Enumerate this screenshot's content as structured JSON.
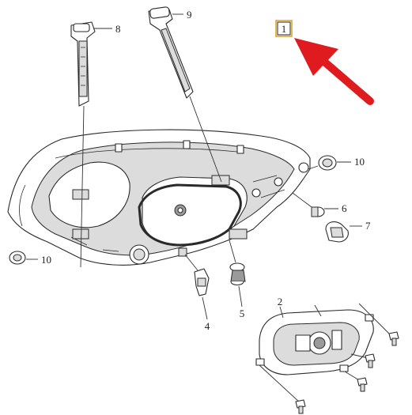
{
  "callouts": {
    "main": "1",
    "c2": "2",
    "c4": "4",
    "c5": "5",
    "c6": "6",
    "c7": "7",
    "c8": "8",
    "c9": "9",
    "c10a": "10",
    "c10b": "10"
  },
  "colors": {
    "arrow": "#e01b1f",
    "ink": "#2a2a2a",
    "highlight_box": "#d9a21b"
  }
}
